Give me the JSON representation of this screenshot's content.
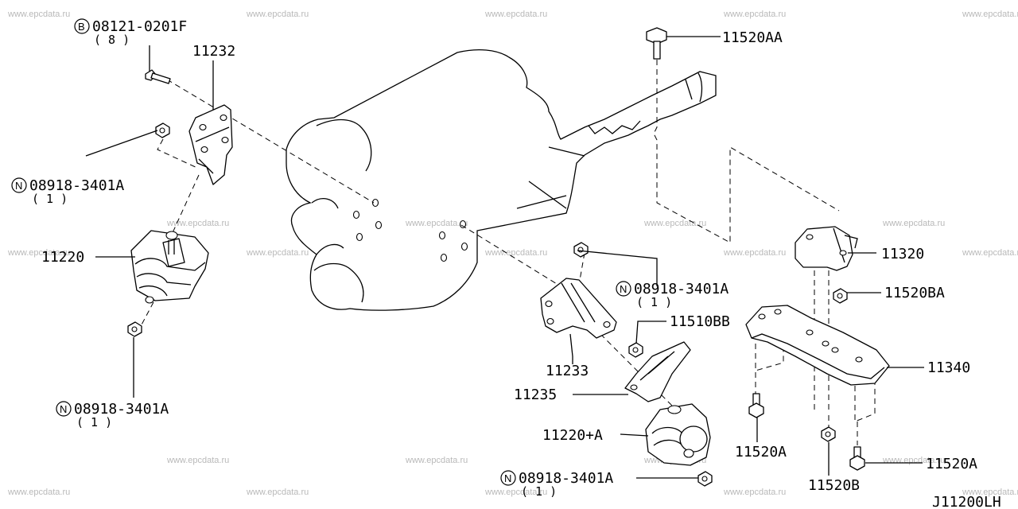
{
  "watermark": "www.epcdata.ru",
  "diagram_code": "J11200LH",
  "labels": {
    "bolt_08121": {
      "prefix": "B",
      "part": "08121-0201F",
      "qty": "( 8 )"
    },
    "nut_a": {
      "prefix": "N",
      "part": "08918-3401A",
      "qty": "( 1 )"
    },
    "nut_b": {
      "prefix": "N",
      "part": "08918-3401A",
      "qty": "( 1 )"
    },
    "nut_c": {
      "prefix": "N",
      "part": "08918-3401A",
      "qty": "( 1 )"
    },
    "nut_d": {
      "prefix": "N",
      "part": "08918-3401A",
      "qty": "( 1 )"
    },
    "p11232": "11232",
    "p11220": "11220",
    "p11233": "11233",
    "p11235": "11235",
    "p11220A": "11220+A",
    "p11520AA": "11520AA",
    "p11320": "11320",
    "p11520BA": "11520BA",
    "p11510BB": "11510BB",
    "p11340": "11340",
    "p11520A_1": "11520A",
    "p11520A_2": "11520A",
    "p11520B": "11520B"
  }
}
